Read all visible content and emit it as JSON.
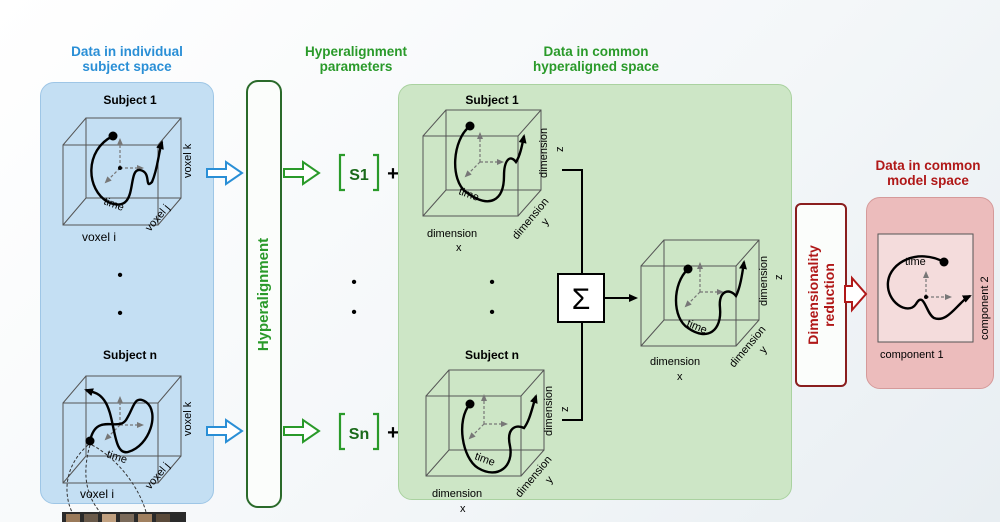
{
  "headers": {
    "individual": [
      "Data in individual",
      "subject space"
    ],
    "params": [
      "Hyperalignment",
      "parameters"
    ],
    "common": [
      "Data in common",
      "hyperaligned space"
    ],
    "model": [
      "Data in common",
      "model space"
    ]
  },
  "individual": {
    "subject1": "Subject 1",
    "subjectn": "Subject n",
    "labels": {
      "x": "voxel i",
      "y": "voxel j",
      "z": "voxel k",
      "path": "time"
    }
  },
  "hyperalignment_label": "Hyperalignment",
  "params": {
    "s1": "S1",
    "sn": "Sn",
    "plus": "+"
  },
  "common": {
    "subject1": "Subject 1",
    "subjectn": "Subject n",
    "labels": {
      "x": [
        "dimension",
        "x"
      ],
      "y": [
        "dimension",
        "y"
      ],
      "z": [
        "dimension",
        "z"
      ],
      "path": "time"
    },
    "sum_symbol": "Σ"
  },
  "dim_reduction": [
    "Dimensionality",
    "reduction"
  ],
  "model": {
    "c1": "component 1",
    "c2": "component 2",
    "path": "time"
  },
  "ellipsis": "•"
}
